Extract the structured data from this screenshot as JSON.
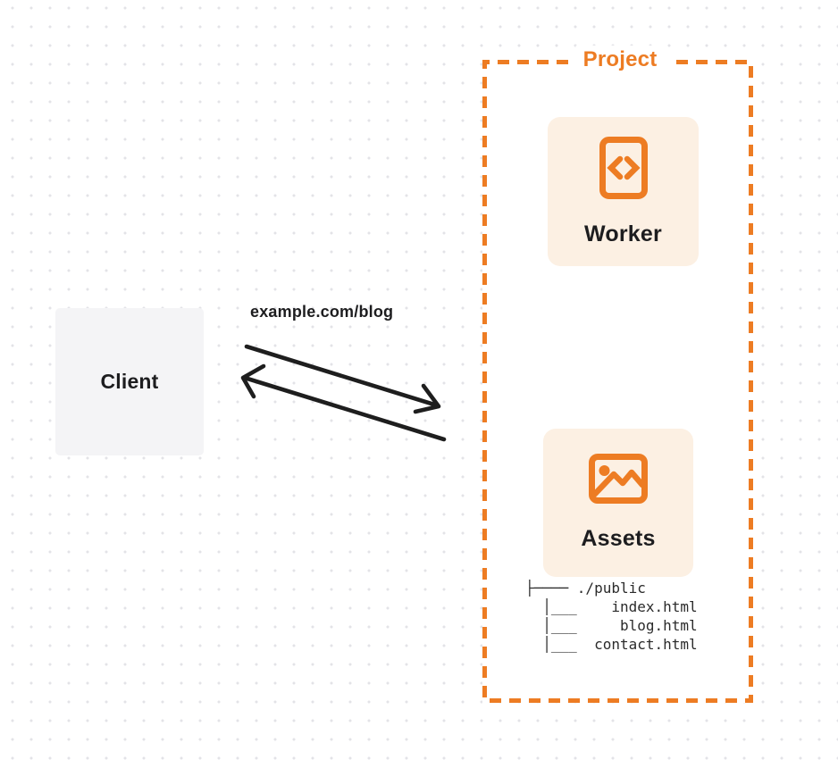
{
  "colors": {
    "accent": "#ed7c23",
    "card_bg": "#fcf0e3",
    "client_bg": "#f4f4f6",
    "ink": "#1d1d1f",
    "tree": "#2b2b2b",
    "arrow": "#1e1e1e",
    "dot": "#e3e3e7",
    "canvas": "#ffffff"
  },
  "client": {
    "label": "Client"
  },
  "request": {
    "url_label": "example.com/blog"
  },
  "project": {
    "label": "Project",
    "worker": {
      "label": "Worker",
      "icon": "code-file-icon"
    },
    "assets": {
      "label": "Assets",
      "icon": "image-icon",
      "file_tree": {
        "lines": [
          "├──── ./public",
          "  │___    index.html",
          "  │___     blog.html",
          "  │___  contact.html"
        ]
      }
    }
  }
}
